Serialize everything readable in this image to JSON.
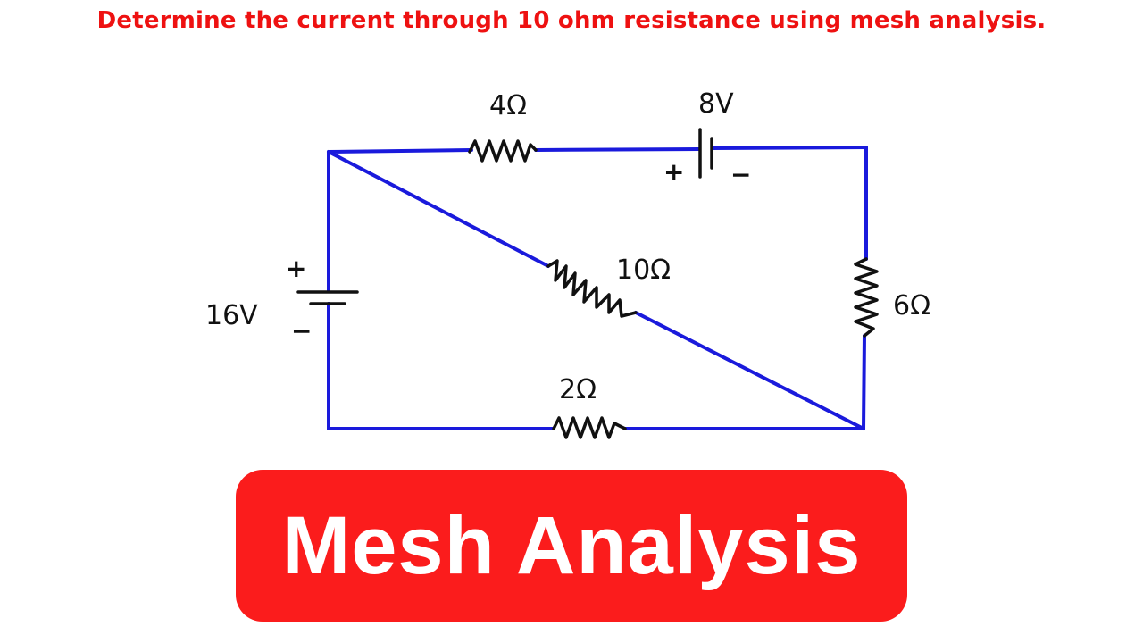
{
  "question": "Determine the current through 10 ohm resistance using mesh analysis.",
  "banner": {
    "title": "Mesh Analysis",
    "color": "#fb1c1c"
  },
  "colors": {
    "question_text": "#ee1111",
    "wire": "#1a1adc",
    "component": "#111111"
  },
  "circuit": {
    "components": {
      "r_top": {
        "type": "resistor",
        "label": "4Ω",
        "branch": "top"
      },
      "v_top": {
        "type": "battery",
        "label": "8V",
        "plus": "+",
        "minus": "−",
        "branch": "top"
      },
      "v_left": {
        "type": "battery",
        "label": "16V",
        "plus": "+",
        "minus": "−",
        "branch": "left"
      },
      "r_diag": {
        "type": "resistor",
        "label": "10Ω",
        "branch": "diagonal"
      },
      "r_right": {
        "type": "resistor",
        "label": "6Ω",
        "branch": "right"
      },
      "r_bottom": {
        "type": "resistor",
        "label": "2Ω",
        "branch": "bottom"
      }
    }
  }
}
